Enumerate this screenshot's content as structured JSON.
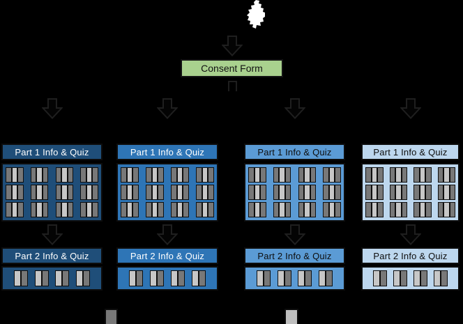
{
  "figure": {
    "background": "#000000",
    "person_icon": "white-person-silhouette",
    "arrow_style": {
      "stroke": "#1f1f1f",
      "fill": "#040404"
    },
    "consent_form": {
      "label": "Consent Form",
      "fill": "#a9d18e",
      "text_color": "#111111"
    },
    "cell_colors": {
      "dark": "#787878",
      "light": "#c7c7c7",
      "border": "#0e0e0e"
    },
    "part1_grid": {
      "rows": 3,
      "groups_per_row": 4,
      "cells_per_group": 3,
      "group_pattern": [
        "dark",
        "light",
        "dark"
      ]
    },
    "part2_grid": {
      "rows": 1,
      "groups_per_row": 4,
      "cells_per_group": 2,
      "group_pattern": [
        "light",
        "dark"
      ]
    },
    "columns": [
      {
        "fill": "#1f4e79",
        "label_color": "#ffffff",
        "part1_label": "Part 1 Info & Quiz",
        "part2_label": "Part 2 Info & Quiz"
      },
      {
        "fill": "#2e75b6",
        "label_color": "#ffffff",
        "part1_label": "Part 1 Info & Quiz",
        "part2_label": "Part 2 Info & Quiz"
      },
      {
        "fill": "#5b9bd5",
        "label_color": "#0d0d0d",
        "part1_label": "Part 1 Info & Quiz",
        "part2_label": "Part 2 Info & Quiz"
      },
      {
        "fill": "#bdd7ee",
        "label_color": "#0d0d0d",
        "part1_label": "Part 1 Info & Quiz",
        "part2_label": "Part 2 Info & Quiz"
      }
    ],
    "legend_swatches": [
      {
        "name": "dark-gray-swatch",
        "color": "#787878"
      },
      {
        "name": "light-gray-swatch",
        "color": "#bfbfbf"
      }
    ]
  }
}
